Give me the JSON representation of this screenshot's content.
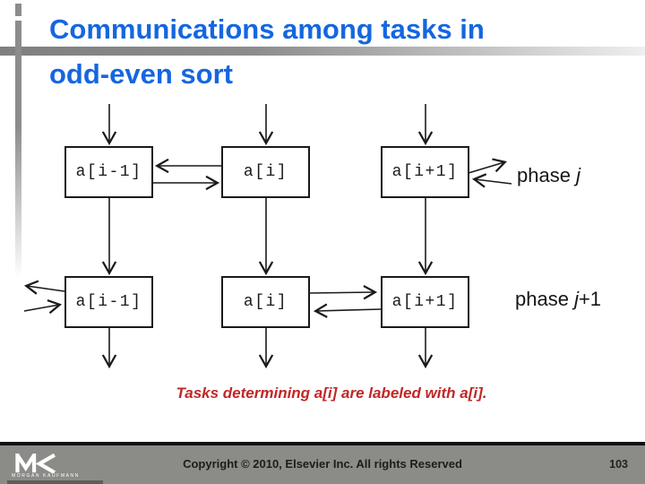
{
  "slide": {
    "title_line1": "Communications among tasks in",
    "title_line2": "odd-even sort"
  },
  "diagram": {
    "row1": {
      "boxes": [
        "a[i-1]",
        "a[i]",
        "a[i+1]"
      ],
      "phase_prefix": "phase ",
      "phase_var": "j",
      "phase_suffix": ""
    },
    "row2": {
      "boxes": [
        "a[i-1]",
        "a[i]",
        "a[i+1]"
      ],
      "phase_prefix": "phase ",
      "phase_var": "j",
      "phase_suffix": "+1"
    },
    "caption": "Tasks determining a[i] are labeled with a[i]."
  },
  "footer": {
    "logo_name": "MK",
    "logo_subtext": "MORGAN KAUFMANN",
    "copyright": "Copyright © 2010, Elsevier Inc. All rights Reserved",
    "page_number": "103"
  },
  "colors": {
    "title_blue": "#1566e0",
    "caption_red": "#c22626",
    "footer_band": "#8b8b87",
    "diagram_ink": "#1a1a1a"
  }
}
